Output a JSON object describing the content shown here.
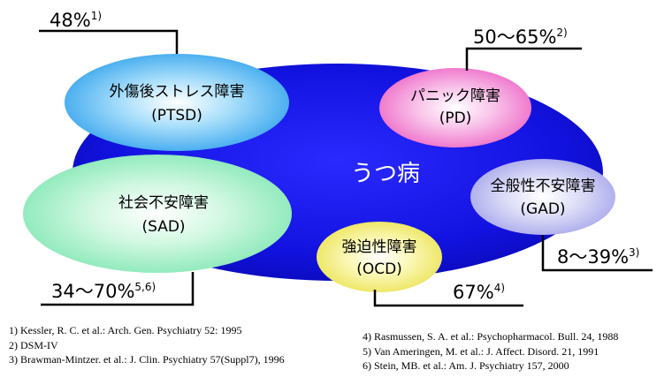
{
  "center": {
    "label": "うつ病",
    "color": "#1414e6"
  },
  "disorders": {
    "ptsd": {
      "name": "外傷後ストレス障害",
      "abbr": "(PTSD)",
      "rate": "48%",
      "ref": "1)",
      "color": "#4fb6f2"
    },
    "pd": {
      "name": "パニック障害",
      "abbr": "(PD)",
      "rate": "50～65%",
      "ref": "2)",
      "color": "#f27fd0"
    },
    "gad": {
      "name": "全般性不安障害",
      "abbr": "(GAD)",
      "rate": "8～39%",
      "ref": "3)",
      "color": "#b9b9f0"
    },
    "sad": {
      "name": "社会不安障害",
      "abbr": "(SAD)",
      "rate": "34～70%",
      "ref": "5,6)",
      "color": "#9ff0c4"
    },
    "ocd": {
      "name": "強迫性障害",
      "abbr": "(OCD)",
      "rate": "67%",
      "ref": "4)",
      "color": "#f5f07a"
    }
  },
  "references": {
    "left": [
      "1) Kessler, R. C. et al.: Arch. Gen. Psychiatry 52: 1995",
      "2) DSM-IV",
      "3) Brawman-Mintzer. et al.: J. Clin. Psychiatry 57(Suppl7), 1996"
    ],
    "right": [
      "4) Rasmussen, S. A. et al.: Psychopharmacol. Bull. 24, 1988",
      "5) Van Ameringen, M. et al.: J. Affect. Disord. 21, 1991",
      "6) Stein, MB. et al.: Am. J. Psychiatry 157, 2000"
    ]
  }
}
